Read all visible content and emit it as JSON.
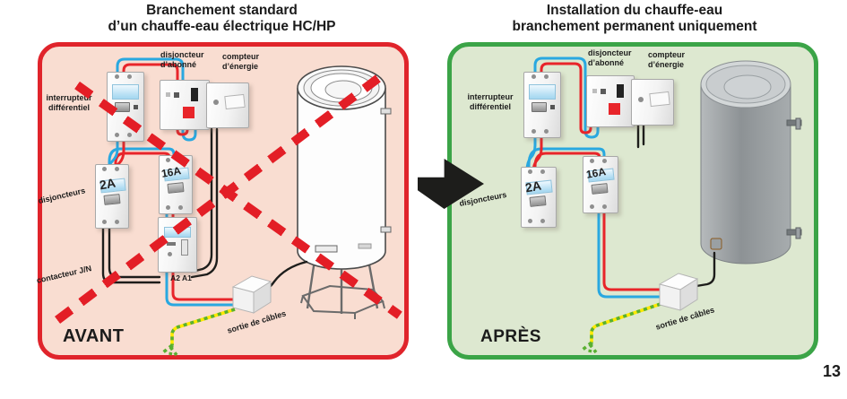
{
  "page_number": "13",
  "colors": {
    "panel_left_bg": "#f9ddd1",
    "panel_left_border": "#e0242b",
    "panel_right_bg": "#dde8d0",
    "panel_right_border": "#3ba447",
    "wire_blue": "#29a8e0",
    "wire_red": "#e8252a",
    "wire_black": "#1d1d1b",
    "earth_green": "#59b031",
    "earth_yellow": "#ffe900",
    "cross_red": "#e31e26"
  },
  "left": {
    "title": "Branchement standard\nd’un chauffe-eau électrique HC/HP",
    "tag": "AVANT",
    "labels": {
      "interrupteur": "interrupteur\ndifférentiel",
      "disjoncteur_abonne": "disjoncteur\nd’abonné",
      "compteur": "compteur\nd’énergie",
      "disjoncteurs": "disjoncteurs",
      "contacteur": "contacteur J/N",
      "terminals": "A2   A1",
      "sortie": "sortie de câbles",
      "b2a": "2A",
      "b16a": "16A"
    }
  },
  "right": {
    "title": "Installation du chauffe-eau\nbranchement permanent uniquement",
    "tag": "APRÈS",
    "labels": {
      "interrupteur": "interrupteur\ndifférentiel",
      "disjoncteur_abonne": "disjoncteur\nd’abonné",
      "compteur": "compteur\nd’énergie",
      "disjoncteurs": "disjoncteurs",
      "sortie": "sortie de câbles",
      "b2a": "2A",
      "b16a": "16A"
    }
  }
}
